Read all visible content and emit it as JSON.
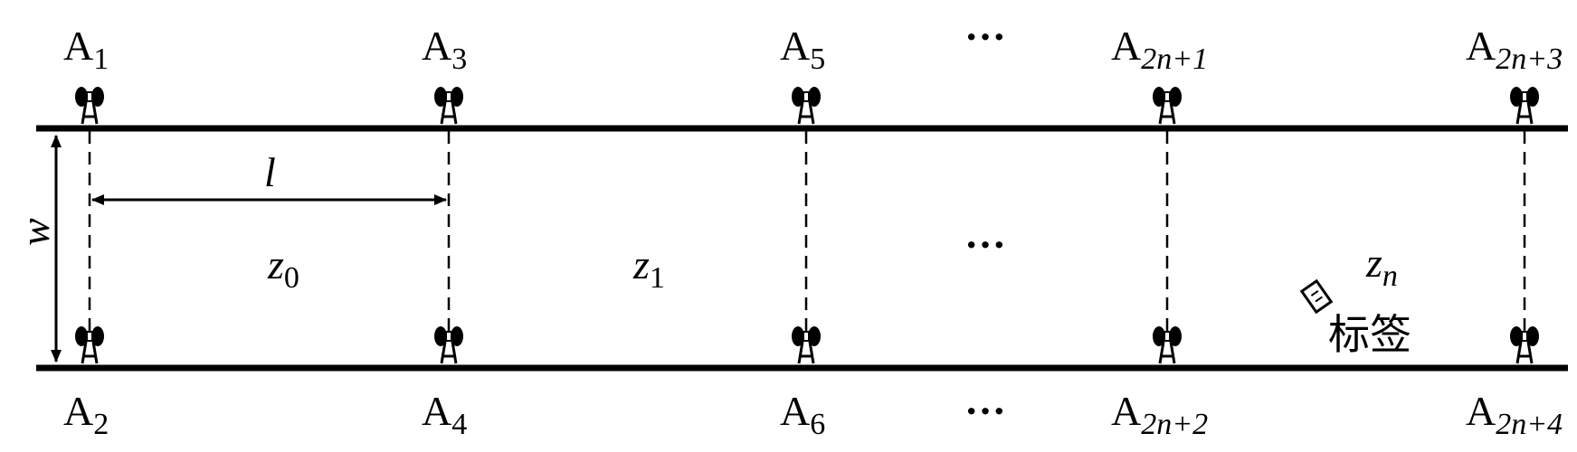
{
  "anchors_top": [
    {
      "main": "A",
      "sub": "1"
    },
    {
      "main": "A",
      "sub": "3"
    },
    {
      "main": "A",
      "sub": "5"
    },
    {
      "main": "A",
      "sub": "2n+1"
    },
    {
      "main": "A",
      "sub": "2n+3"
    }
  ],
  "anchors_bottom": [
    {
      "main": "A",
      "sub": "2"
    },
    {
      "main": "A",
      "sub": "4"
    },
    {
      "main": "A",
      "sub": "6"
    },
    {
      "main": "A",
      "sub": "2n+2"
    },
    {
      "main": "A",
      "sub": "2n+4"
    }
  ],
  "ellipsis": "···",
  "zones": [
    {
      "main": "z",
      "sub": "0"
    },
    {
      "main": "z",
      "sub": "1"
    },
    {
      "main": "z",
      "sub": "n"
    }
  ],
  "spacing_label": "l",
  "width_label": "w",
  "tag_label": "标签"
}
